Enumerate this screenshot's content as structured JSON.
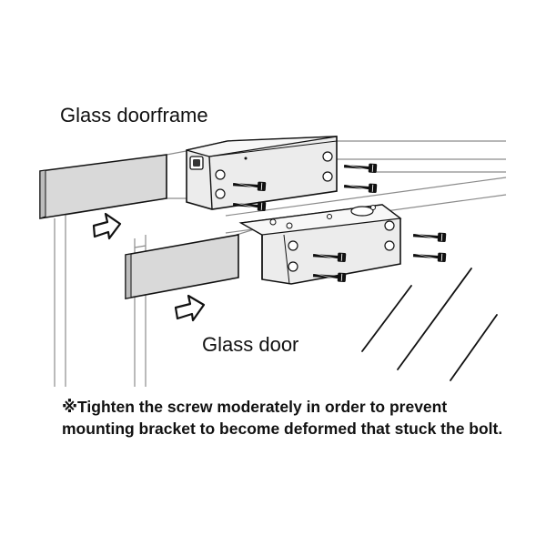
{
  "labels": {
    "glass_doorframe": "Glass doorframe",
    "glass_door": "Glass door"
  },
  "note": {
    "line1": "※Tighten the screw moderately in order to prevent",
    "line2": "mounting bracket to become deformed that stuck the bolt."
  },
  "colors": {
    "ink": "#111111",
    "line": "#666666",
    "light_line": "#9a9a9a",
    "background": "#ffffff"
  },
  "icons": [
    "arrow-right-icon",
    "screw-icon"
  ]
}
